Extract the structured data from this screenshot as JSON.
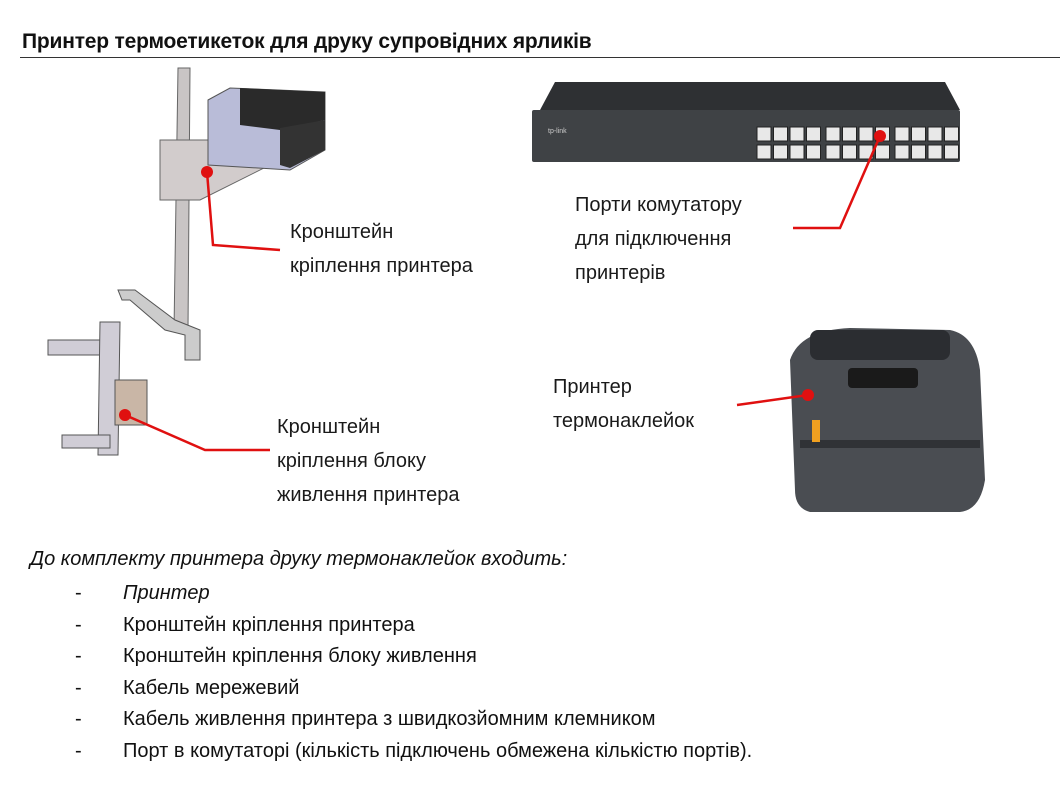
{
  "title": "Принтер термоетикеток для друку супровідних ярликів",
  "callouts": {
    "printer_bracket": [
      "Кронштейн",
      "кріплення принтера"
    ],
    "switch_ports": [
      "Порти комутатору",
      "для підключення",
      "принтерів"
    ],
    "label_printer": [
      "Принтер",
      "термонаклейок"
    ],
    "power_bracket": [
      "Кронштейн",
      "кріплення блоку",
      "живлення принтера"
    ]
  },
  "kit": {
    "heading": "До комплекту принтера друку термонаклейок входить:",
    "items": [
      "Принтер",
      "Кронштейн кріплення принтера",
      "Кронштейн кріплення блоку живлення",
      "Кабель мережевий",
      "Кабель живлення принтера з швидкозйомним  клемником",
      "Порт в комутаторі (кількість підключень обмежена кількістю портів)."
    ]
  },
  "colors": {
    "leader": "#e01010",
    "switch": "#3a3d40",
    "printer": "#4a4d52"
  }
}
